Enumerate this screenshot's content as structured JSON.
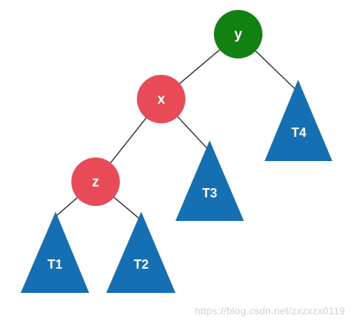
{
  "colors": {
    "green_node": "#118111",
    "red_node": "#e94a57",
    "subtree": "#1570b3",
    "edge": "#3b3b3b",
    "text": "#ffffff"
  },
  "nodes": {
    "y": {
      "label": "y"
    },
    "x": {
      "label": "x"
    },
    "z": {
      "label": "z"
    }
  },
  "subtrees": {
    "t1": {
      "label": "T1"
    },
    "t2": {
      "label": "T2"
    },
    "t3": {
      "label": "T3"
    },
    "t4": {
      "label": "T4"
    }
  },
  "watermark": "https://blog.csdn.net/zxzxzx0119"
}
